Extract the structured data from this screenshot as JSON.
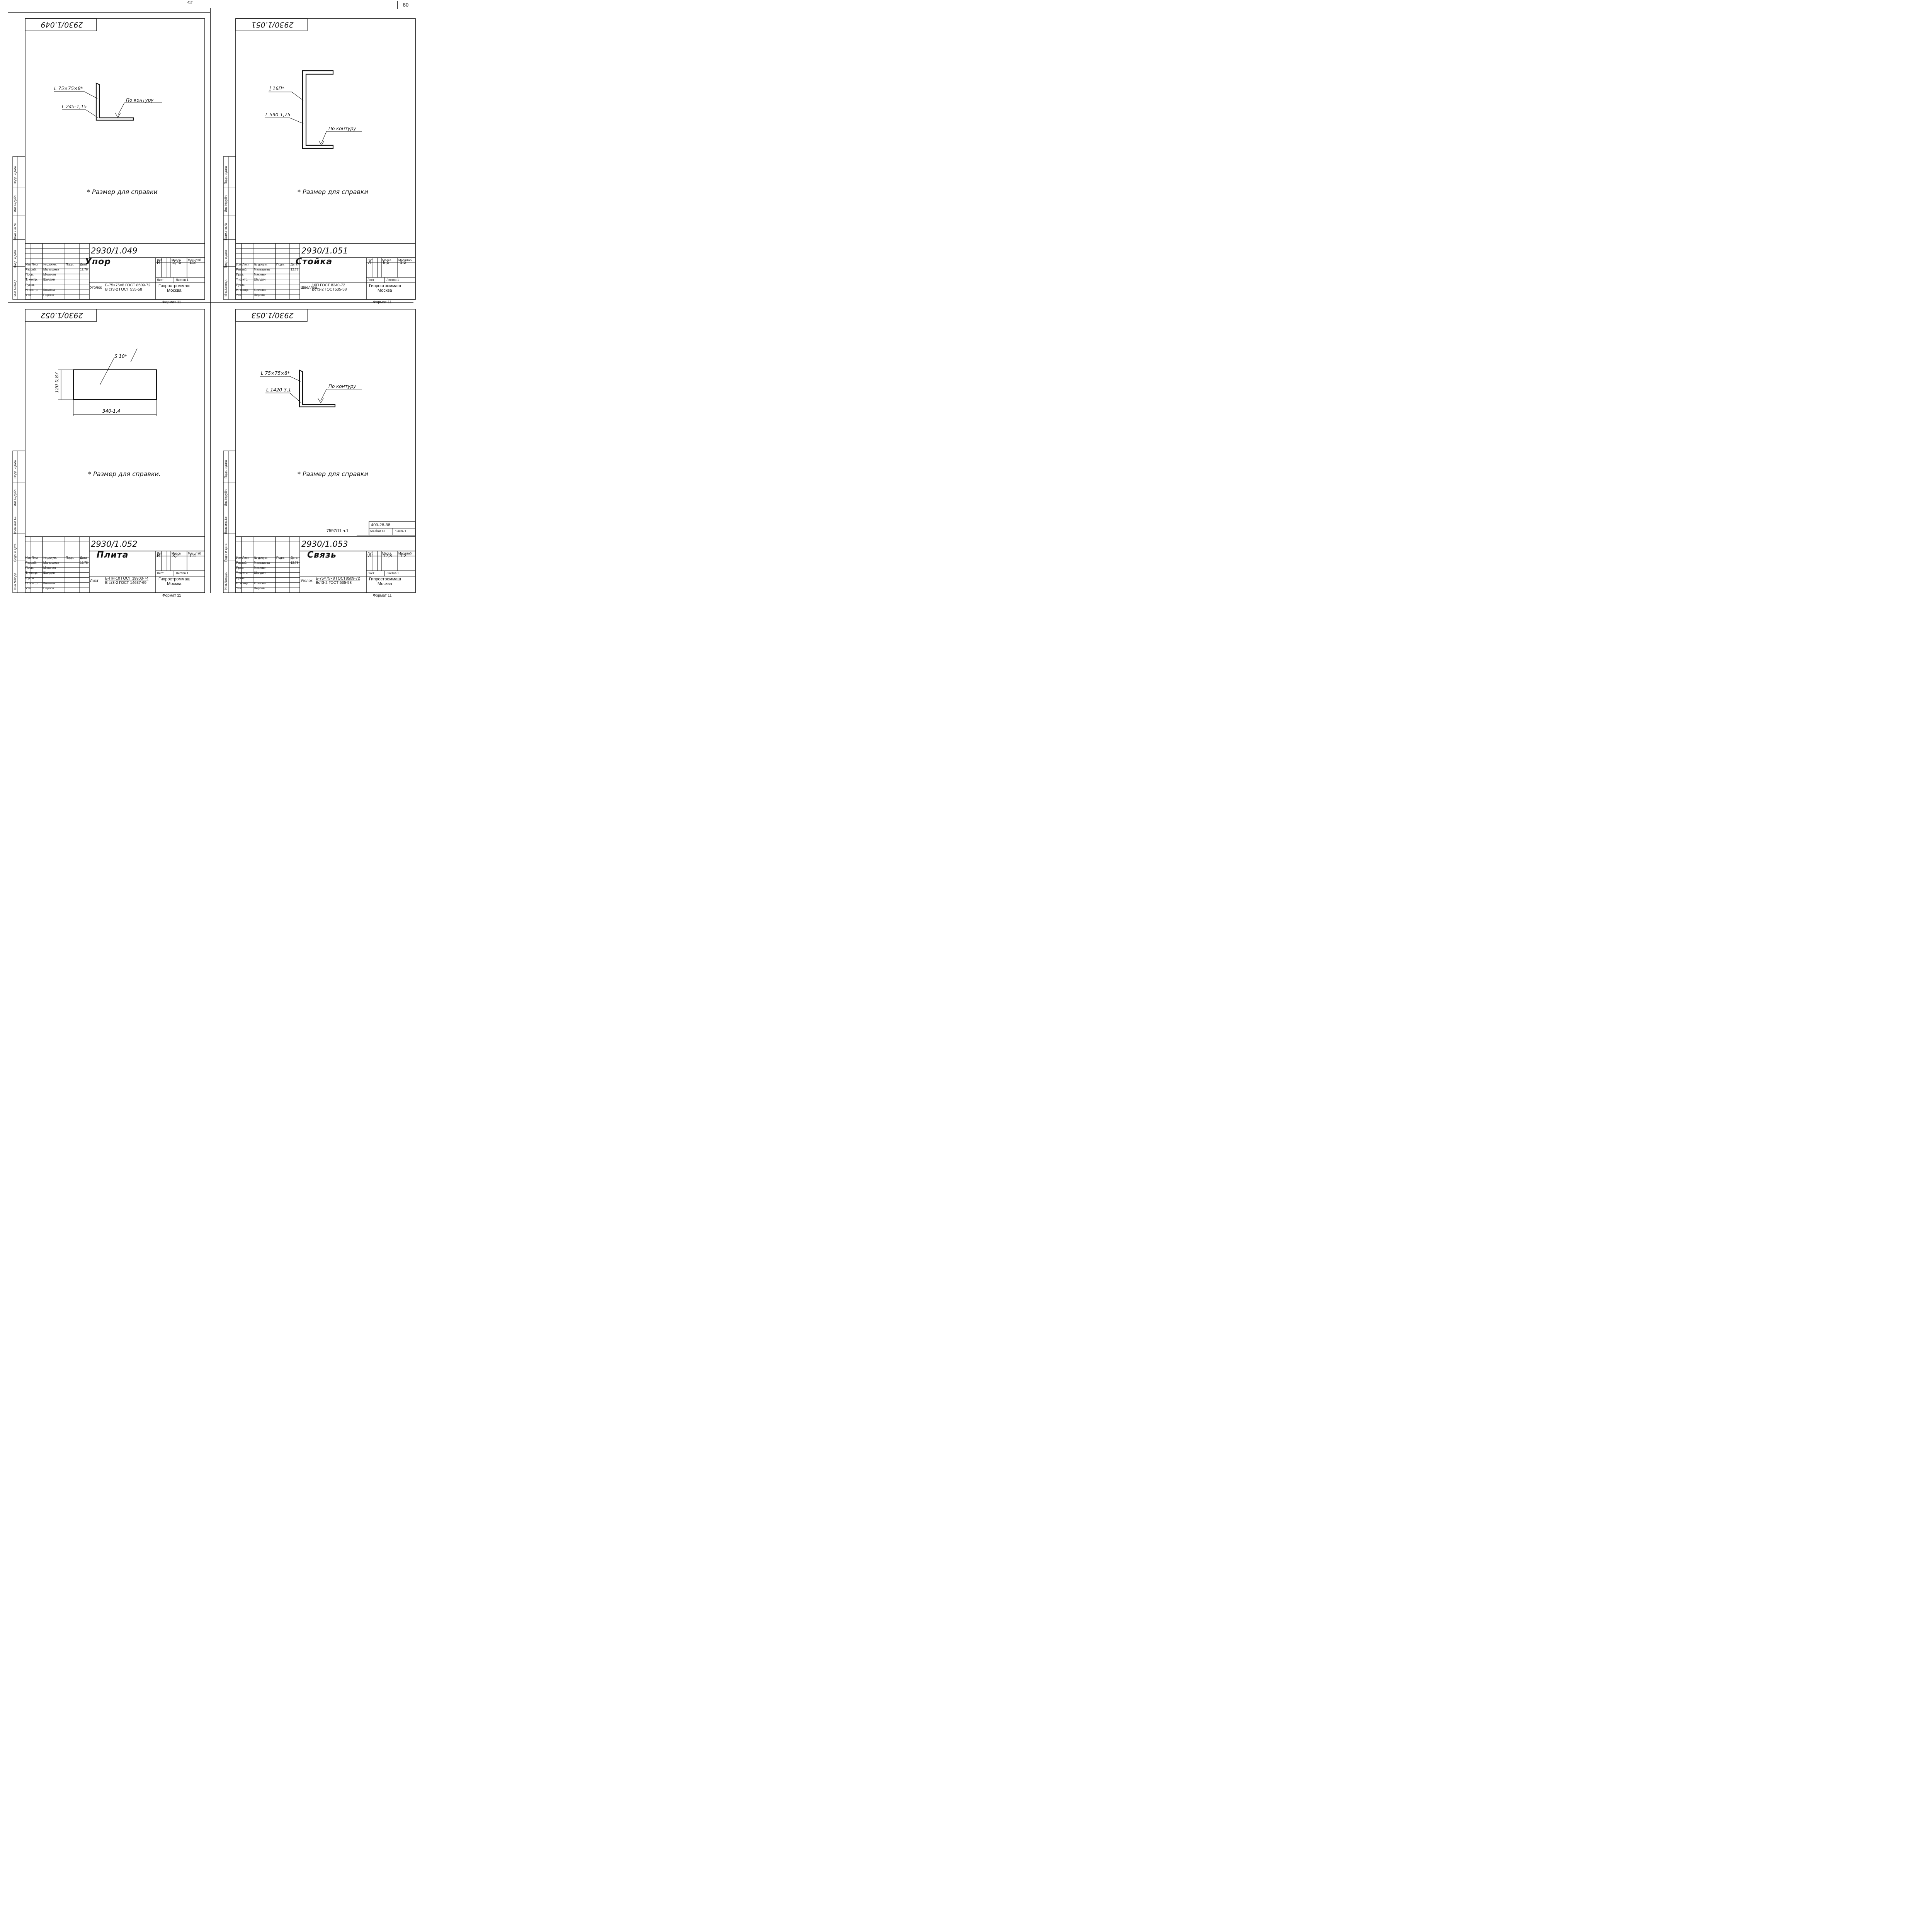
{
  "corner_mark": "80",
  "page_number": "417",
  "sheets": [
    {
      "code": "2930/1.049",
      "code_stamp": "2930/1.049",
      "title": "Упор",
      "lit": "И",
      "mass": "2,45",
      "scale": "1:2",
      "material_label": "Уголок",
      "material_top": "Б-75×75×8 ГОСТ 8509-72",
      "material_bottom": "В ст3-2 ГОСТ 535-58",
      "org_line1": "Гипростроммаш",
      "org_line2": "Москва",
      "format": "Формат 11",
      "note": "* Размер для справки",
      "callouts": [
        "L 75×75×8*",
        "L 245-1,15",
        "По контуру"
      ]
    },
    {
      "code": "2930/1.051",
      "code_stamp": "2930/1.051",
      "title": "Стойка",
      "lit": "И",
      "mass": "8,5",
      "scale": "1:2",
      "material_label": "Швеллер",
      "material_top": "16П ГОСТ 8240-72",
      "material_bottom": "Вст3-2 ГОСТ535-58",
      "org_line1": "Гипростроммаш",
      "org_line2": "Москва",
      "format": "Формат 11",
      "note": "* Размер для справки",
      "callouts": [
        "[ 16П*",
        "L 590-1,75",
        "По контуру"
      ]
    },
    {
      "code": "2930/1.052",
      "code_stamp": "2930/1.052",
      "title": "Плита",
      "lit": "И",
      "mass": "3,2",
      "scale": "1:4",
      "material_label": "Лист",
      "material_top": "Б-ПН-10 ГОСТ 19903-74",
      "material_bottom": "В ст3-2 ГОСТ 14637-69",
      "org_line1": "Гипростроммаш",
      "org_line2": "Москва",
      "format": "Формат 11",
      "note": "* Размер для справки.",
      "callouts": [
        "S 10*",
        "120-0,87",
        "340-1,4"
      ]
    },
    {
      "code": "2930/1.053",
      "code_stamp": "2930/1.053",
      "title": "Связь",
      "lit": "И",
      "mass": "12,8",
      "scale": "1:2",
      "material_label": "Уголок",
      "material_top": "Б-75×75×8 ГОСТ8509-72",
      "material_bottom": "Вст3-2 ГОСТ 535-58",
      "org_line1": "Гипростроммаш",
      "org_line2": "Москва",
      "format": "Формат 11",
      "note": "* Размер для справки",
      "callouts": [
        "L 75×75×8*",
        "L 1420-3,1",
        "По контуру"
      ],
      "extra_code": "409-28-38",
      "album": "Альбом XI",
      "part": "Часть 1",
      "inventory": "7597/11 ч.1"
    }
  ],
  "title_block": {
    "izm": "Изм",
    "list": "Лист",
    "doc_no": "№ докум.",
    "sign": "Подп.",
    "date": "Дата",
    "roles": [
      "Разраб.",
      "Пров.",
      "Т. контр.",
      "Руков.",
      "Н. контр.",
      "Утв."
    ],
    "names": [
      "Малышева",
      "Мякинин",
      "Шалдин",
      "",
      "Козлова",
      "Перлов"
    ],
    "date_value": "12.78",
    "lit_h": "Лит.",
    "mass_h": "Масса",
    "scale_h": "Масштаб",
    "sheet_h": "Лист",
    "sheets_h": "Листов 1"
  },
  "side_stamp": [
    "Инв.№подл.",
    "Подп. и дата",
    "Взам.инв.№",
    "Инв.№дубл.",
    "Подп. и дата"
  ]
}
